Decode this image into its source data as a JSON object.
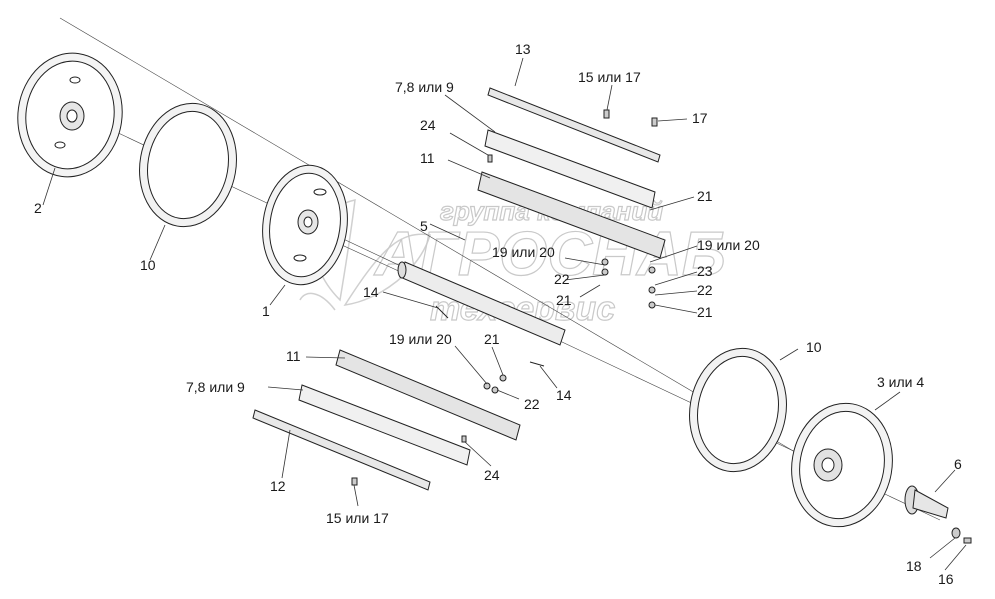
{
  "watermark": {
    "line1": "группа компаний",
    "line2": "АГРОСНАБ",
    "line3": "техсервис"
  },
  "labels": {
    "l1": "1",
    "l2": "2",
    "l3or4": "3 или 4",
    "l5": "5",
    "l6": "6",
    "l10a": "10",
    "l10b": "10",
    "l11a": "11",
    "l11b": "11",
    "l12": "12",
    "l13": "13",
    "l14a": "14",
    "l14b": "14",
    "l15or17a": "15 или 17",
    "l15or17b": "15 или 17",
    "l16": "16",
    "l17": "17",
    "l18": "18",
    "l19or20a": "19 или 20",
    "l19or20b": "19 или 20",
    "l19or20c": "19 или 20",
    "l21a": "21",
    "l21b": "21",
    "l21c": "21",
    "l22a": "22",
    "l22b": "22",
    "l22c": "22",
    "l23": "23",
    "l24a": "24",
    "l24b": "24",
    "l78or9a": "7,8 или 9",
    "l78or9b": "7,8 или 9"
  }
}
